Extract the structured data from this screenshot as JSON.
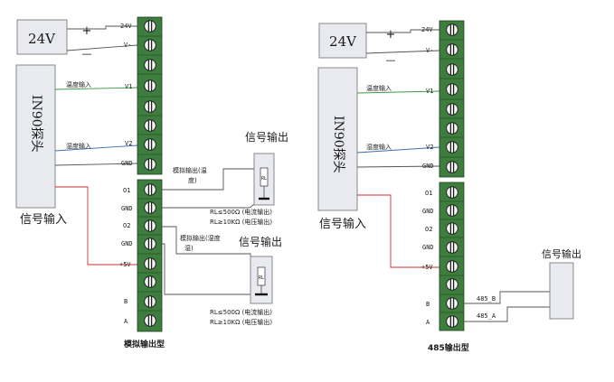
{
  "left": {
    "power_label": "24V",
    "plus": "+",
    "minus": "—",
    "term_24v": "24V",
    "term_vminus": "V-",
    "probe_label": "IN90探头",
    "temp_input": "温度输入",
    "humid_input": "湿度输入",
    "v1": "V1",
    "v2": "V2",
    "gnd": "GND",
    "signal_input": "信号输入",
    "o1": "O1",
    "gnd2": "GND",
    "o2": "O2",
    "gnd3": "GND",
    "plus5v": "+5V",
    "b": "B",
    "a": "A",
    "analog_temp_line1": "模拟输出(温",
    "analog_temp_line2": "度)",
    "analog_humid_line1": "模拟输出(湿度",
    "analog_humid_line2": "湿)",
    "signal_output_1": "信号输出",
    "signal_output_2": "信号输出",
    "rl": "RL",
    "rl_note_1a": "RL≤500Ω (电流输出)",
    "rl_note_1b": "RL≥10KΩ (电压输出)",
    "rl_note_2a": "RL≤500Ω (电流输出)",
    "rl_note_2b": "RL≥10KΩ (电压输出)",
    "caption": "模拟输出型"
  },
  "right": {
    "power_label": "24V",
    "plus": "+",
    "minus": "—",
    "term_24v": "24V",
    "term_vminus": "V-",
    "probe_label": "IN90探头",
    "temp_input": "温度输入",
    "humid_input": "湿度输入",
    "v1": "V1",
    "v2": "V2",
    "gnd": "GND",
    "signal_input": "信号输入",
    "o1": "O1",
    "gnd2": "GND",
    "o2": "O2",
    "gnd3": "GND",
    "plus5v": "+5V",
    "b": "B",
    "a": "A",
    "line_485b": "485_B",
    "line_485a": "485_A",
    "signal_output": "信号输出",
    "caption": "485输出型"
  },
  "colors": {
    "terminal_green": "#3d7d3d",
    "box_fill": "#e8eaf0",
    "wire_green": "#3a9a3a",
    "wire_blue": "#3a6fb0",
    "wire_red": "#cc3030",
    "wire_gray": "#555555"
  }
}
